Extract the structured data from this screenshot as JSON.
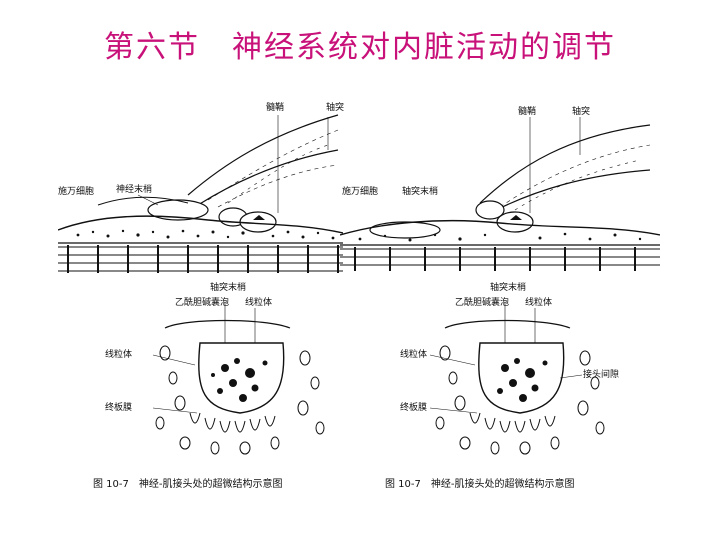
{
  "title": "第六节　神经系统对内脏活动的调节",
  "top_left": {
    "label_axon": "髓鞘",
    "label_nerve": "轴突",
    "label_schwann": "施万细胞",
    "label_terminal": "神经末梢"
  },
  "top_right": {
    "label_axon": "髓鞘",
    "label_nerve": "轴突",
    "label_schwann": "施万细胞",
    "label_terminal": "轴突末梢"
  },
  "bottom_left": {
    "label_terminal": "轴突末梢",
    "label_vesicle": "乙酰胆碱囊泡",
    "label_mito": "线粒体",
    "label_granule": "线粒体",
    "label_endplate": "终板膜",
    "caption": "图 10-7　神经-肌接头处的超微结构示意图"
  },
  "bottom_right": {
    "label_terminal": "轴突末梢",
    "label_vesicle": "乙酰胆碱囊泡",
    "label_mito": "线粒体",
    "label_granule": "线粒体",
    "label_endplate": "终板膜",
    "label_cleft": "接头间隙",
    "caption": "图 10-7　神经-肌接头处的超微结构示意图"
  },
  "colors": {
    "title": "#c8127a",
    "ink": "#111111"
  }
}
